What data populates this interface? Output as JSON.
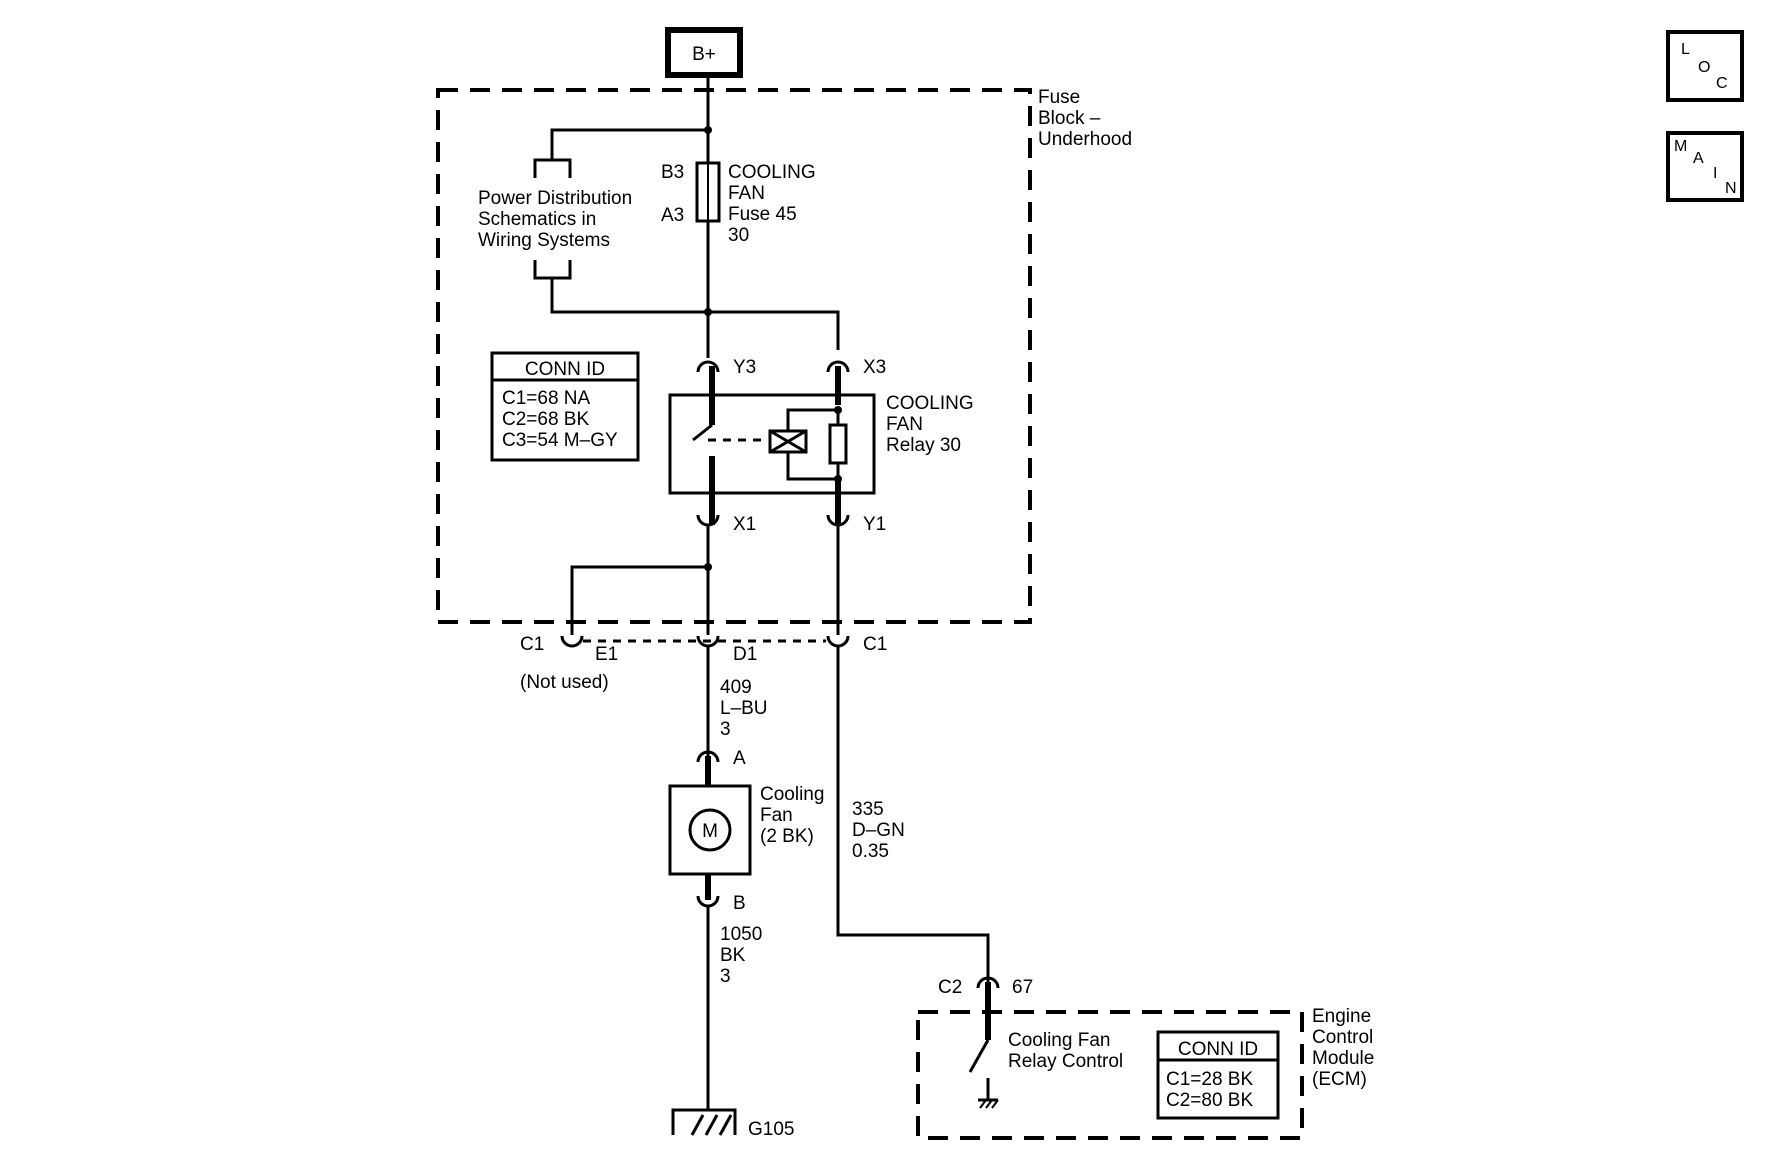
{
  "battery": {
    "label": "B+"
  },
  "fuse_block": {
    "title_lines": [
      "Fuse",
      "Block –",
      "Underhood"
    ],
    "power_distribution_lines": [
      "Power Distribution",
      "Schematics in",
      "Wiring Systems"
    ],
    "fuse": {
      "pin_top": "B3",
      "pin_bottom": "A3",
      "label_lines": [
        "COOLING",
        "FAN",
        "Fuse 45",
        "30"
      ]
    },
    "conn_id": {
      "title": "CONN ID",
      "lines": [
        "C1=68 NA",
        "C2=68 BK",
        "C3=54 M–GY"
      ]
    },
    "relay": {
      "label_lines": [
        "COOLING",
        "FAN",
        "Relay 30"
      ],
      "pin_y3": "Y3",
      "pin_x3": "X3",
      "pin_x1": "X1",
      "pin_y1": "Y1"
    },
    "connectors": {
      "c1_left": "C1",
      "e1": "E1",
      "not_used": "(Not used)",
      "d1": "D1",
      "c1_right": "C1"
    }
  },
  "wire_409": {
    "lines": [
      "409",
      "L–BU",
      "3"
    ]
  },
  "wire_335": {
    "lines": [
      "335",
      "D–GN",
      "0.35"
    ]
  },
  "wire_1050": {
    "lines": [
      "1050",
      "BK",
      "3"
    ]
  },
  "cooling_fan": {
    "pin_a": "A",
    "pin_b": "B",
    "motor_symbol": "M",
    "label_lines": [
      "Cooling",
      "Fan",
      "(2 BK)"
    ]
  },
  "ground": {
    "label": "G105"
  },
  "ecm": {
    "connector": "C2",
    "pin": "67",
    "control_lines": [
      "Cooling Fan",
      "Relay Control"
    ],
    "title_lines": [
      "Engine",
      "Control",
      "Module",
      "(ECM)"
    ],
    "conn_id": {
      "title": "CONN ID",
      "lines": [
        "C1=28 BK",
        "C2=80 BK"
      ]
    }
  },
  "nav": {
    "loc": {
      "letters": [
        "L",
        "O",
        "C"
      ]
    },
    "main": {
      "letters": [
        "M",
        "A",
        "I",
        "N"
      ]
    }
  }
}
